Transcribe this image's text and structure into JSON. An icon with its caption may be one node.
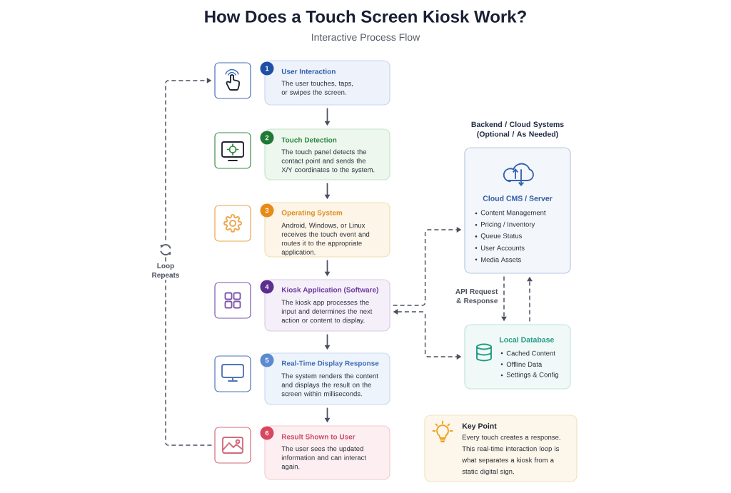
{
  "diagram": {
    "title": "How Does a Touch Screen Kiosk Work?",
    "nodes": [
      {
        "text": [],
        "shape": "picture"
      },
      {
        "text": [
          "1"
        ]
      },
      {
        "text": [
          "User Interaction",
          "The user touches, taps, or swipes the screen."
        ]
      },
      {
        "text": [],
        "shape": "picture"
      },
      {
        "text": [
          "2"
        ]
      },
      {
        "text": [
          "Touch Detection",
          "The touch panel detects the contact point and sends the X/Y coordinates to the system."
        ]
      },
      {
        "text": [],
        "shape": "picture"
      },
      {
        "text": [
          "3"
        ]
      },
      {
        "text": [
          "Operating System",
          "Android, Windows, or Linux receives the touch event and routes it to the appropriate application."
        ]
      },
      {
        "text": [],
        "shape": "picture"
      },
      {
        "text": [
          "4"
        ]
      },
      {
        "text": [
          "Kiosk Application (Software)",
          "The kiosk app processes the input and determines the next action or content to display."
        ]
      },
      {
        "text": [],
        "shape": "picture"
      },
      {
        "text": [
          "5"
        ]
      },
      {
        "text": [
          "Real-Time Display Response",
          "The system renders the content and displays the result on the screen within milliseconds."
        ]
      },
      {
        "text": [],
        "shape": "picture"
      },
      {
        "text": [
          "6"
        ]
      },
      {
        "text": [
          "Result Shown to User",
          "The user sees the updated information and can interact again."
        ]
      },
      {
        "text": [
          "Cloud CMS / Server",
          "Content Management",
          "Pricing / Inventory",
          "Queue Status",
          "User Accounts",
          "Media Assets"
        ]
      },
      {
        "text": [
          "Local Database",
          "Cached Content",
          "Offline Data",
          "Settings & Config"
        ]
      },
      {
        "text": [
          "Key Point",
          "Every touch creates a response. This real-time interaction loop is what separates a kiosk from a static digital sign."
        ]
      }
    ],
    "edges": [
      {
        "from": 2,
        "to": 5,
        "arrow": "to"
      },
      {
        "from": 5,
        "to": 8,
        "arrow": "to"
      },
      {
        "from": 8,
        "to": 11,
        "arrow": "to"
      },
      {
        "from": 11,
        "to": 14,
        "arrow": "to"
      },
      {
        "from": 14,
        "to": 17,
        "arrow": "to"
      },
      {
        "from": 15,
        "to": 0,
        "arrow": "to",
        "style": "dashed",
        "label": "Loop Repeats"
      },
      {
        "from": 11,
        "to": 18,
        "arrow": "to",
        "style": "dashed"
      },
      {
        "from": 11,
        "to": 19,
        "arrow": "both",
        "style": "dashed"
      },
      {
        "from": 18,
        "to": 19,
        "arrow": "to",
        "style": "dashed",
        "label": "API Request & Response"
      },
      {
        "from": 19,
        "to": 18,
        "arrow": "to",
        "style": "dashed"
      }
    ],
    "labels": [
      "Interactive Process Flow",
      "Backend / Cloud Systems (Optional / As Needed)"
    ]
  }
}
